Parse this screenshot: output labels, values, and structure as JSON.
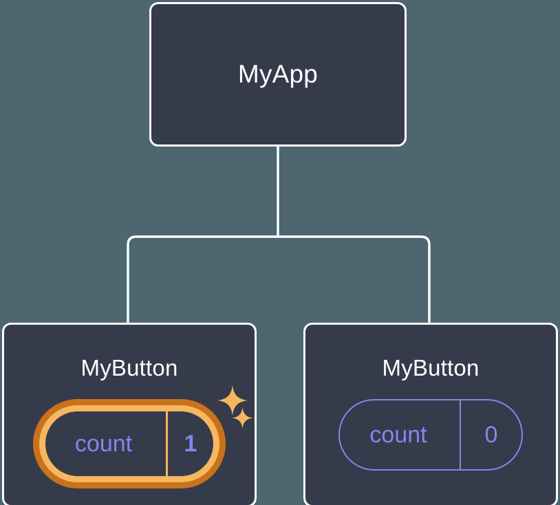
{
  "diagram": {
    "type": "component-tree",
    "background_color": "#4d6670",
    "node_fill_color": "#353b4a",
    "node_border_color": "#ffffff",
    "connector_color": "#ffffff",
    "accent_highlight_color": "#f8b75f",
    "accent_highlight_ring_color": "#c9721c",
    "state_text_color": "#8187f0"
  },
  "root": {
    "label": "MyApp"
  },
  "children": [
    {
      "label": "MyButton",
      "state": {
        "key": "count",
        "value": "1"
      },
      "highlighted": true,
      "sparkles": [
        {
          "name": "sparkle-large"
        },
        {
          "name": "sparkle-small"
        }
      ]
    },
    {
      "label": "MyButton",
      "state": {
        "key": "count",
        "value": "0"
      },
      "highlighted": false
    }
  ]
}
